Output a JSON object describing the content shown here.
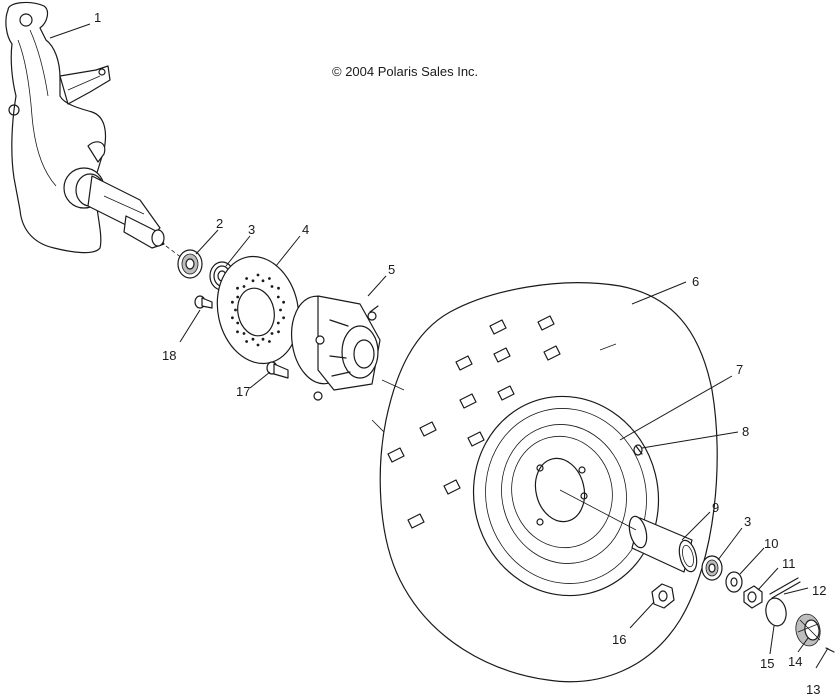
{
  "copyright": "© 2004 Polaris Sales Inc.",
  "callouts": {
    "c1": "1",
    "c2": "2",
    "c3a": "3",
    "c4": "4",
    "c5": "5",
    "c6": "6",
    "c7": "7",
    "c8": "8",
    "c9": "9",
    "c3b": "3",
    "c10": "10",
    "c11": "11",
    "c12": "12",
    "c13": "13",
    "c14": "14",
    "c15": "15",
    "c16": "16",
    "c17": "17",
    "c18": "18"
  }
}
